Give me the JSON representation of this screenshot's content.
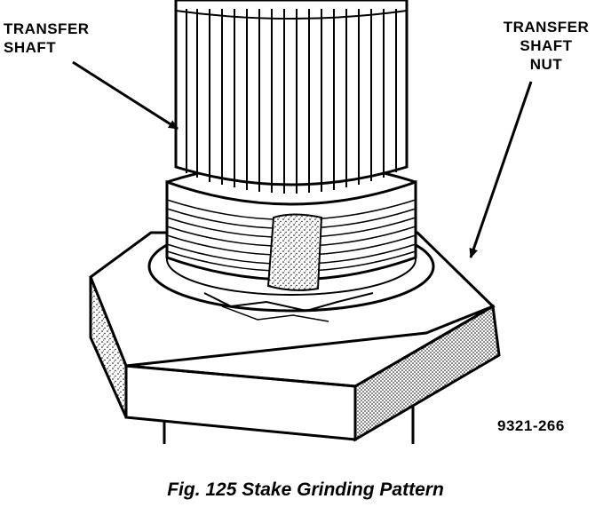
{
  "labels": {
    "transfer_shaft": [
      "TRANSFER",
      "SHAFT"
    ],
    "transfer_shaft_nut": [
      "TRANSFER",
      "SHAFT",
      "NUT"
    ]
  },
  "figure_number": "9321-266",
  "caption": "Fig. 125 Stake Grinding Pattern"
}
